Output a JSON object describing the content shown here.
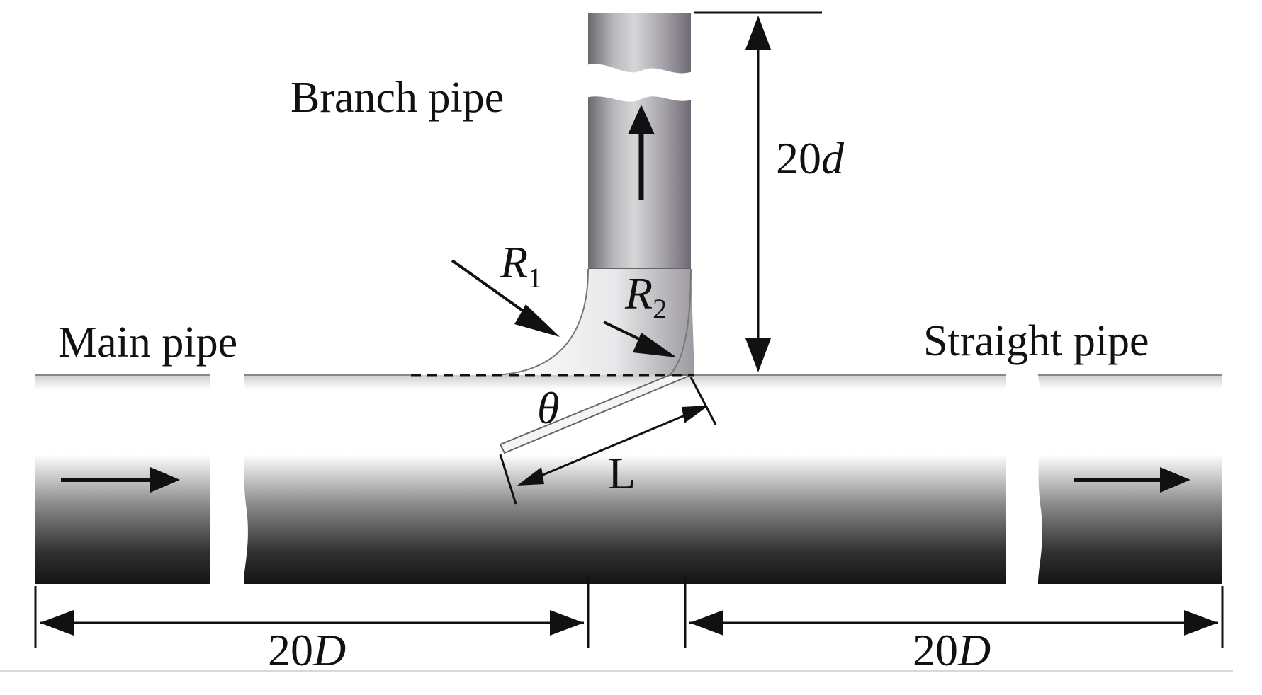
{
  "labels": {
    "branch_pipe": "Branch pipe",
    "main_pipe": "Main pipe",
    "straight_pipe": "Straight pipe",
    "r1_symbol": "R",
    "r1_sub": "1",
    "r2_symbol": "R",
    "r2_sub": "2",
    "theta": "θ",
    "length": "L"
  },
  "dimensions": {
    "branch_height_num": "20",
    "branch_height_var": "d",
    "left_length_num": "20",
    "left_length_var": "D",
    "right_length_num": "20",
    "right_length_var": "D"
  },
  "colors": {
    "pipe_dark": "#1a1a1a",
    "pipe_light": "#ffffff",
    "branch_mid": "#8f8a91",
    "ink": "#111111"
  },
  "flow_arrows": [
    "arrow-right-icon",
    "arrow-right-icon",
    "arrow-up-icon"
  ]
}
